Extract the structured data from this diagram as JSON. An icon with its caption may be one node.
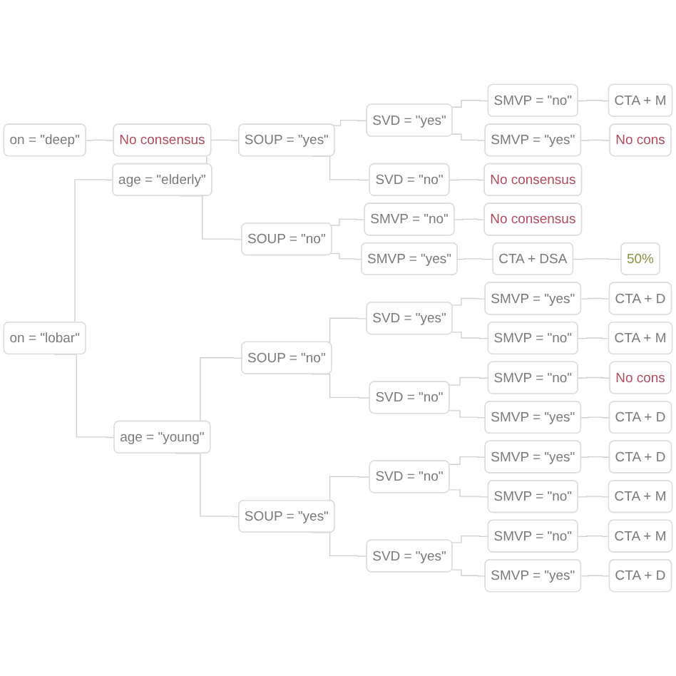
{
  "diagram": {
    "nodes": [
      {
        "text": [
          "on = \"deep\""
        ]
      },
      {
        "text": [
          "No consensus"
        ]
      },
      {
        "text": [
          "on = \"lobar\""
        ]
      },
      {
        "text": [
          "age = \"elderly\""
        ]
      },
      {
        "text": [
          "SOUP = \"yes\""
        ]
      },
      {
        "text": [
          "SVD = \"yes\""
        ]
      },
      {
        "text": [
          "SMVP = \"no\""
        ]
      },
      {
        "text": [
          "CTA + M"
        ]
      },
      {
        "text": [
          "SMVP = \"yes\""
        ]
      },
      {
        "text": [
          "No cons"
        ]
      },
      {
        "text": [
          "SVD = \"no\""
        ]
      },
      {
        "text": [
          "No consensus"
        ]
      },
      {
        "text": [
          "SOUP = \"no\""
        ]
      },
      {
        "text": [
          "SMVP = \"no\""
        ]
      },
      {
        "text": [
          "No consensus"
        ]
      },
      {
        "text": [
          "SMVP = \"yes\""
        ]
      },
      {
        "text": [
          "CTA + DSA"
        ]
      },
      {
        "text": [
          "50%"
        ]
      },
      {
        "text": [
          "age = \"young\""
        ]
      },
      {
        "text": [
          "SOUP = \"no\""
        ]
      },
      {
        "text": [
          "SVD = \"yes\""
        ]
      },
      {
        "text": [
          "SMVP = \"yes\""
        ]
      },
      {
        "text": [
          "CTA + D"
        ]
      },
      {
        "text": [
          "SMVP = \"no\""
        ]
      },
      {
        "text": [
          "CTA + M"
        ]
      },
      {
        "text": [
          "SVD = \"no\""
        ]
      },
      {
        "text": [
          "SMVP = \"no\""
        ]
      },
      {
        "text": [
          "No cons"
        ]
      },
      {
        "text": [
          "SMVP = \"yes\""
        ]
      },
      {
        "text": [
          "CTA + D"
        ]
      },
      {
        "text": [
          "SOUP = \"yes\""
        ]
      },
      {
        "text": [
          "SVD = \"no\""
        ]
      },
      {
        "text": [
          "SMVP = \"yes\""
        ]
      },
      {
        "text": [
          "CTA + D"
        ]
      },
      {
        "text": [
          "SMVP = \"no\""
        ]
      },
      {
        "text": [
          "CTA + M"
        ]
      },
      {
        "text": [
          "SVD = \"yes\""
        ]
      },
      {
        "text": [
          "SMVP = \"no\""
        ]
      },
      {
        "text": [
          "CTA + M"
        ]
      },
      {
        "text": [
          "SMVP = \"yes\""
        ]
      },
      {
        "text": [
          "CTA + D"
        ]
      }
    ],
    "edges": [
      {
        "from": 0,
        "to": 1,
        "arrow": "none"
      },
      {
        "from": 2,
        "to": 3,
        "arrow": "none"
      },
      {
        "from": 3,
        "to": 4,
        "arrow": "none"
      },
      {
        "from": 4,
        "to": 5,
        "arrow": "none"
      },
      {
        "from": 5,
        "to": 6,
        "arrow": "none"
      },
      {
        "from": 6,
        "to": 7,
        "arrow": "none"
      },
      {
        "from": 5,
        "to": 8,
        "arrow": "none"
      },
      {
        "from": 8,
        "to": 9,
        "arrow": "none"
      },
      {
        "from": 4,
        "to": 10,
        "arrow": "none"
      },
      {
        "from": 10,
        "to": 11,
        "arrow": "none"
      },
      {
        "from": 3,
        "to": 12,
        "arrow": "none"
      },
      {
        "from": 12,
        "to": 13,
        "arrow": "none"
      },
      {
        "from": 13,
        "to": 14,
        "arrow": "none"
      },
      {
        "from": 12,
        "to": 15,
        "arrow": "none"
      },
      {
        "from": 15,
        "to": 16,
        "arrow": "none"
      },
      {
        "from": 16,
        "to": 17,
        "arrow": "none"
      },
      {
        "from": 2,
        "to": 18,
        "arrow": "none"
      },
      {
        "from": 18,
        "to": 19,
        "arrow": "none"
      },
      {
        "from": 19,
        "to": 20,
        "arrow": "none"
      },
      {
        "from": 20,
        "to": 21,
        "arrow": "none"
      },
      {
        "from": 21,
        "to": 22,
        "arrow": "none"
      },
      {
        "from": 20,
        "to": 23,
        "arrow": "none"
      },
      {
        "from": 23,
        "to": 24,
        "arrow": "none"
      },
      {
        "from": 19,
        "to": 25,
        "arrow": "none"
      },
      {
        "from": 25,
        "to": 26,
        "arrow": "none"
      },
      {
        "from": 26,
        "to": 27,
        "arrow": "none"
      },
      {
        "from": 25,
        "to": 28,
        "arrow": "none"
      },
      {
        "from": 28,
        "to": 29,
        "arrow": "none"
      },
      {
        "from": 18,
        "to": 30,
        "arrow": "none"
      },
      {
        "from": 30,
        "to": 31,
        "arrow": "none"
      },
      {
        "from": 31,
        "to": 32,
        "arrow": "none"
      },
      {
        "from": 32,
        "to": 33,
        "arrow": "none"
      },
      {
        "from": 31,
        "to": 34,
        "arrow": "none"
      },
      {
        "from": 34,
        "to": 35,
        "arrow": "none"
      },
      {
        "from": 30,
        "to": 36,
        "arrow": "none"
      },
      {
        "from": 36,
        "to": 37,
        "arrow": "none"
      },
      {
        "from": 37,
        "to": 38,
        "arrow": "none"
      },
      {
        "from": 36,
        "to": 39,
        "arrow": "none"
      },
      {
        "from": 39,
        "to": 40,
        "arrow": "none"
      }
    ]
  }
}
